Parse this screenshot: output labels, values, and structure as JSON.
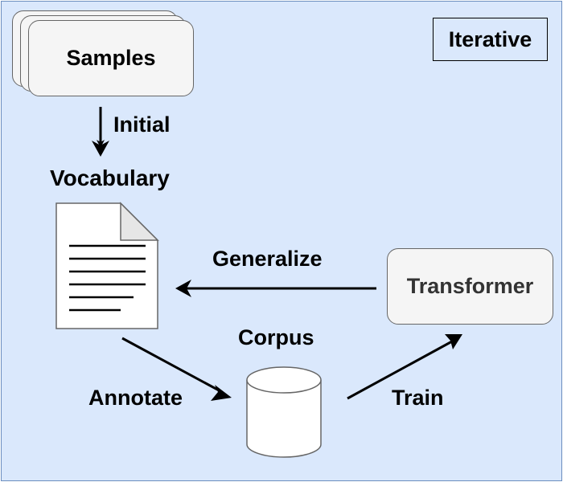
{
  "diagram": {
    "badge": "Iterative",
    "nodes": {
      "samples": "Samples",
      "vocabulary": "Vocabulary",
      "corpus": "Corpus",
      "transformer": "Transformer"
    },
    "edges": {
      "initial": "Initial",
      "generalize": "Generalize",
      "annotate": "Annotate",
      "train": "Train"
    }
  },
  "colors": {
    "background": "#dae8fc",
    "background_border": "#6c8ebf",
    "node_fill": "#f5f5f5",
    "node_stroke": "#666666",
    "arrow": "#000000"
  }
}
